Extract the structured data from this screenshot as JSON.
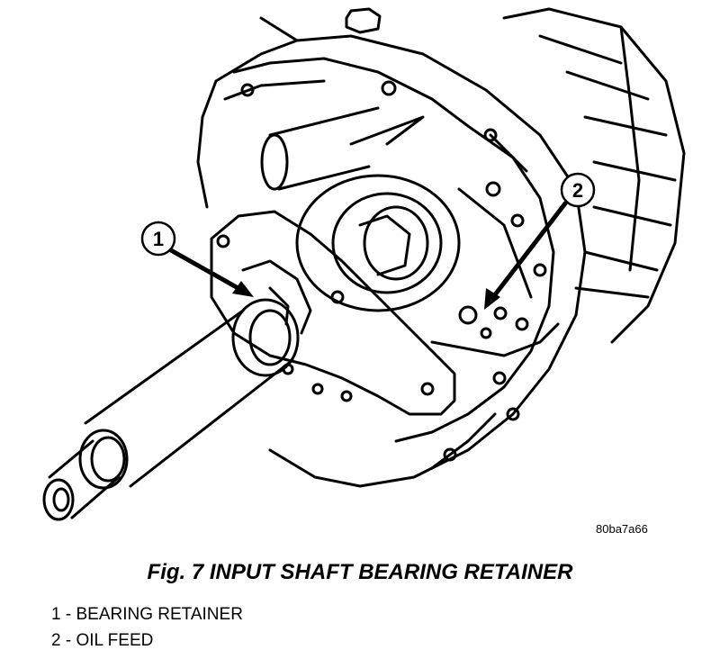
{
  "figure": {
    "image_code": "80ba7a66",
    "caption": "Fig. 7 INPUT SHAFT BEARING RETAINER",
    "callouts": [
      {
        "number": "1"
      },
      {
        "number": "2"
      }
    ],
    "legend": [
      {
        "number": "1",
        "separator": " - ",
        "label": "BEARING RETAINER"
      },
      {
        "number": "2",
        "separator": " - ",
        "label": "OIL FEED"
      }
    ]
  }
}
